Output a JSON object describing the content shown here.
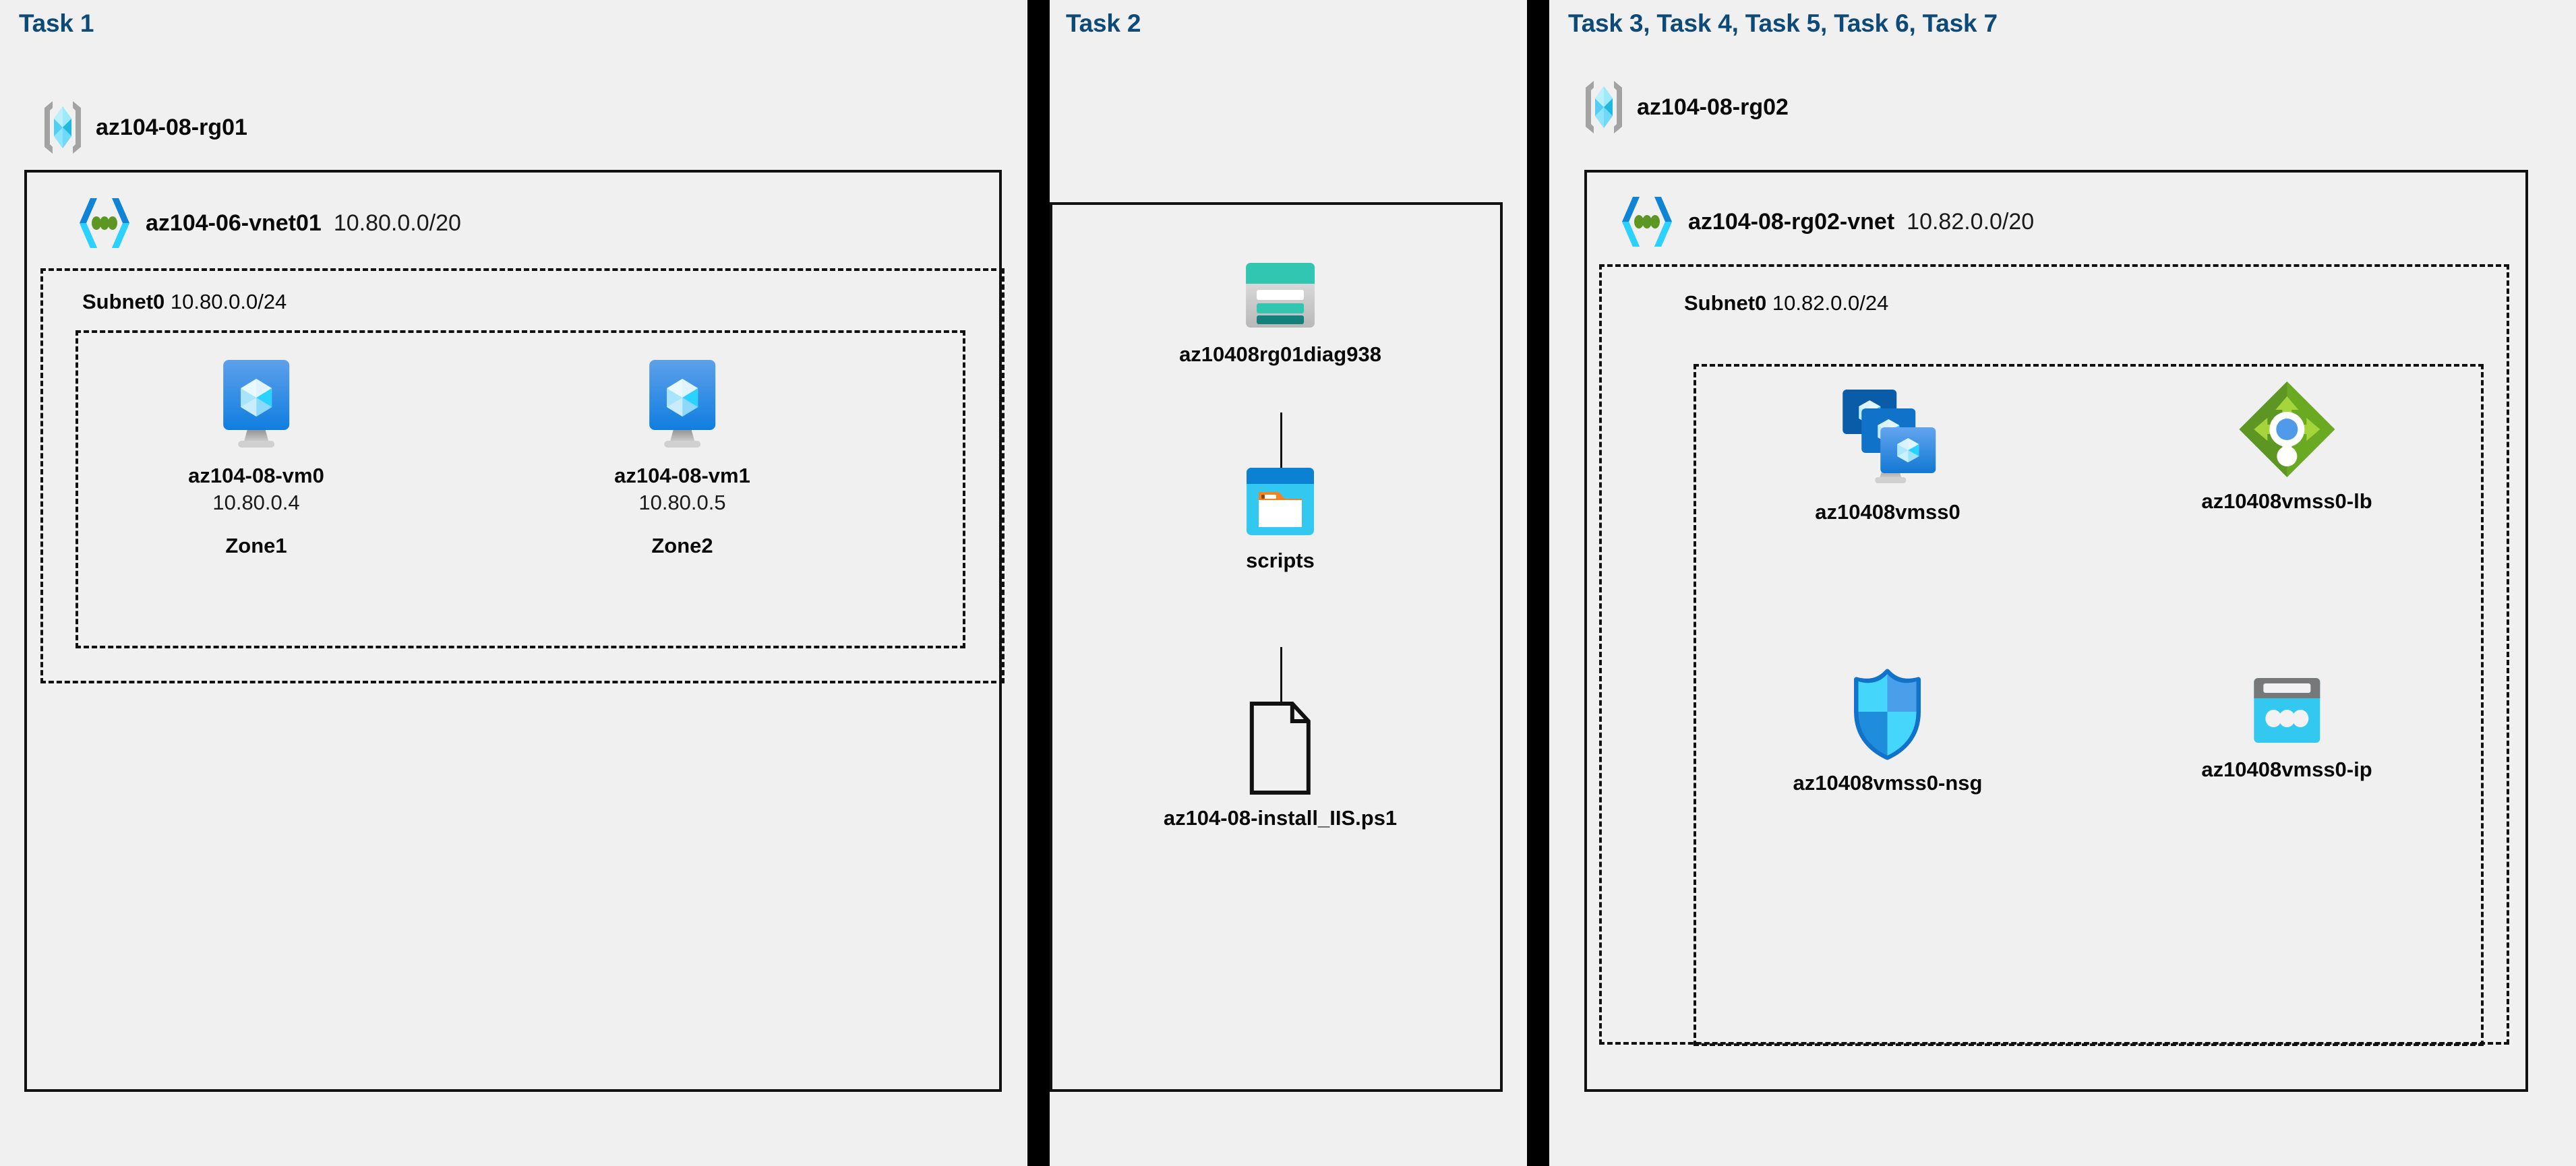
{
  "colors": {
    "panel_bg": "#f0f0f0",
    "title_blue": "#0d4a78",
    "border_black": "#111111",
    "vm_blue": "#1b88e0",
    "vmss_dark_blue": "#0a5ca8",
    "lb_green": "#6aaa23",
    "storage_teal": "#32c4ae",
    "scripts_cyan": "#32c8ef",
    "pip_cyan": "#32c8ef",
    "nsg_blue": "#1a9ae8"
  },
  "panels": [
    {
      "title": "Task 1"
    },
    {
      "title": "Task 2"
    },
    {
      "title": "Task 3, Task 4, Task 5, Task 6, Task 7"
    }
  ],
  "task1": {
    "resource_group": {
      "name": "az104-08-rg01",
      "icon": "resource-group-icon"
    },
    "vnet": {
      "name": "az104-06-vnet01",
      "cidr": "10.80.0.0/20",
      "icon": "virtual-network-icon"
    },
    "subnet": {
      "name": "Subnet0",
      "cidr": "10.80.0.0/24"
    },
    "vms": [
      {
        "name": "az104-08-vm0",
        "ip": "10.80.0.4",
        "zone": "Zone1",
        "icon": "virtual-machine-icon"
      },
      {
        "name": "az104-08-vm1",
        "ip": "10.80.0.5",
        "zone": "Zone2",
        "icon": "virtual-machine-icon"
      }
    ]
  },
  "task2": {
    "storage_account": {
      "name": "az10408rg01diag938",
      "icon": "storage-account-icon"
    },
    "container": {
      "name": "scripts",
      "icon": "blob-container-icon"
    },
    "file": {
      "name": "az104-08-install_IIS.ps1",
      "icon": "file-icon"
    }
  },
  "task3": {
    "resource_group": {
      "name": "az104-08-rg02",
      "icon": "resource-group-icon"
    },
    "vnet": {
      "name": "az104-08-rg02-vnet",
      "cidr": "10.82.0.0/20",
      "icon": "virtual-network-icon"
    },
    "subnet": {
      "name": "Subnet0",
      "cidr": "10.82.0.0/24"
    },
    "resources": [
      {
        "name": "az10408vmss0",
        "icon": "vm-scale-set-icon"
      },
      {
        "name": "az10408vmss0-lb",
        "icon": "load-balancer-icon"
      },
      {
        "name": "az10408vmss0-nsg",
        "icon": "network-security-group-icon"
      },
      {
        "name": "az10408vmss0-ip",
        "icon": "public-ip-address-icon"
      }
    ]
  }
}
